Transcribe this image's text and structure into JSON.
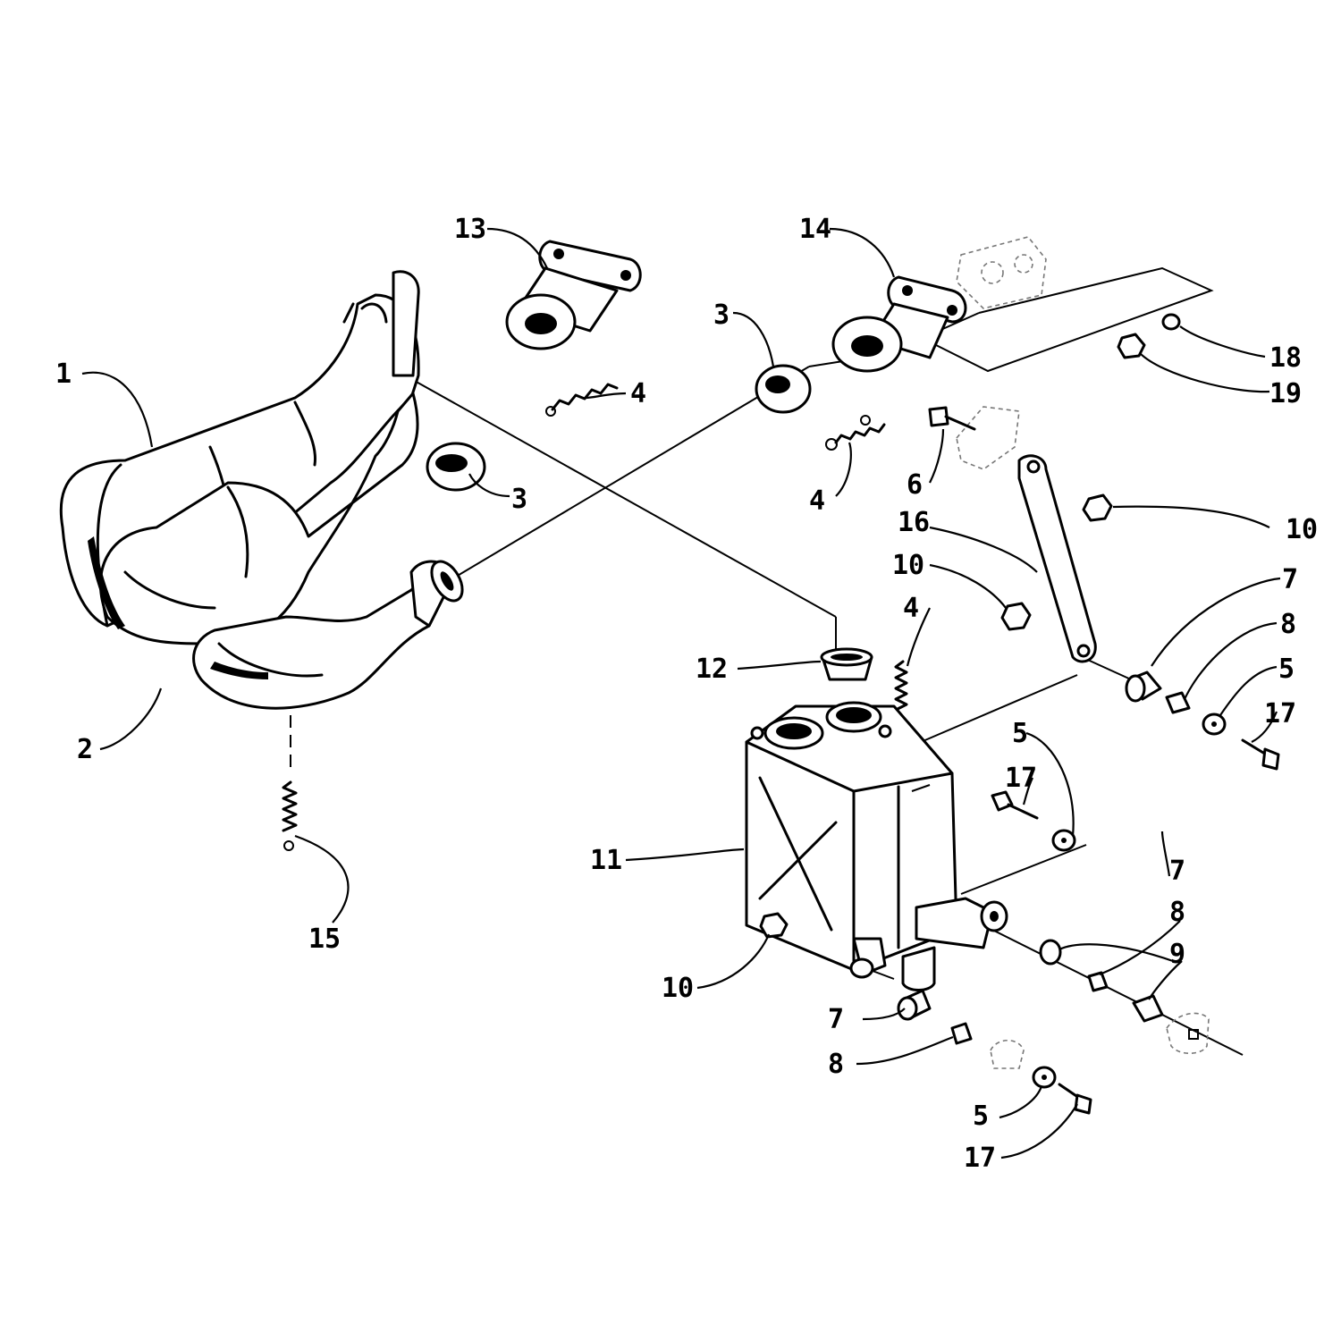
{
  "callouts": [
    "1",
    "2",
    "3",
    "3",
    "4",
    "4",
    "4",
    "5",
    "5",
    "5",
    "6",
    "7",
    "7",
    "7",
    "8",
    "8",
    "8",
    "9",
    "10",
    "10",
    "10",
    "11",
    "12",
    "13",
    "14",
    "15",
    "16",
    "17",
    "17",
    "17",
    "18",
    "19"
  ],
  "colors": {
    "ink": "#000000",
    "background": "#ffffff"
  }
}
